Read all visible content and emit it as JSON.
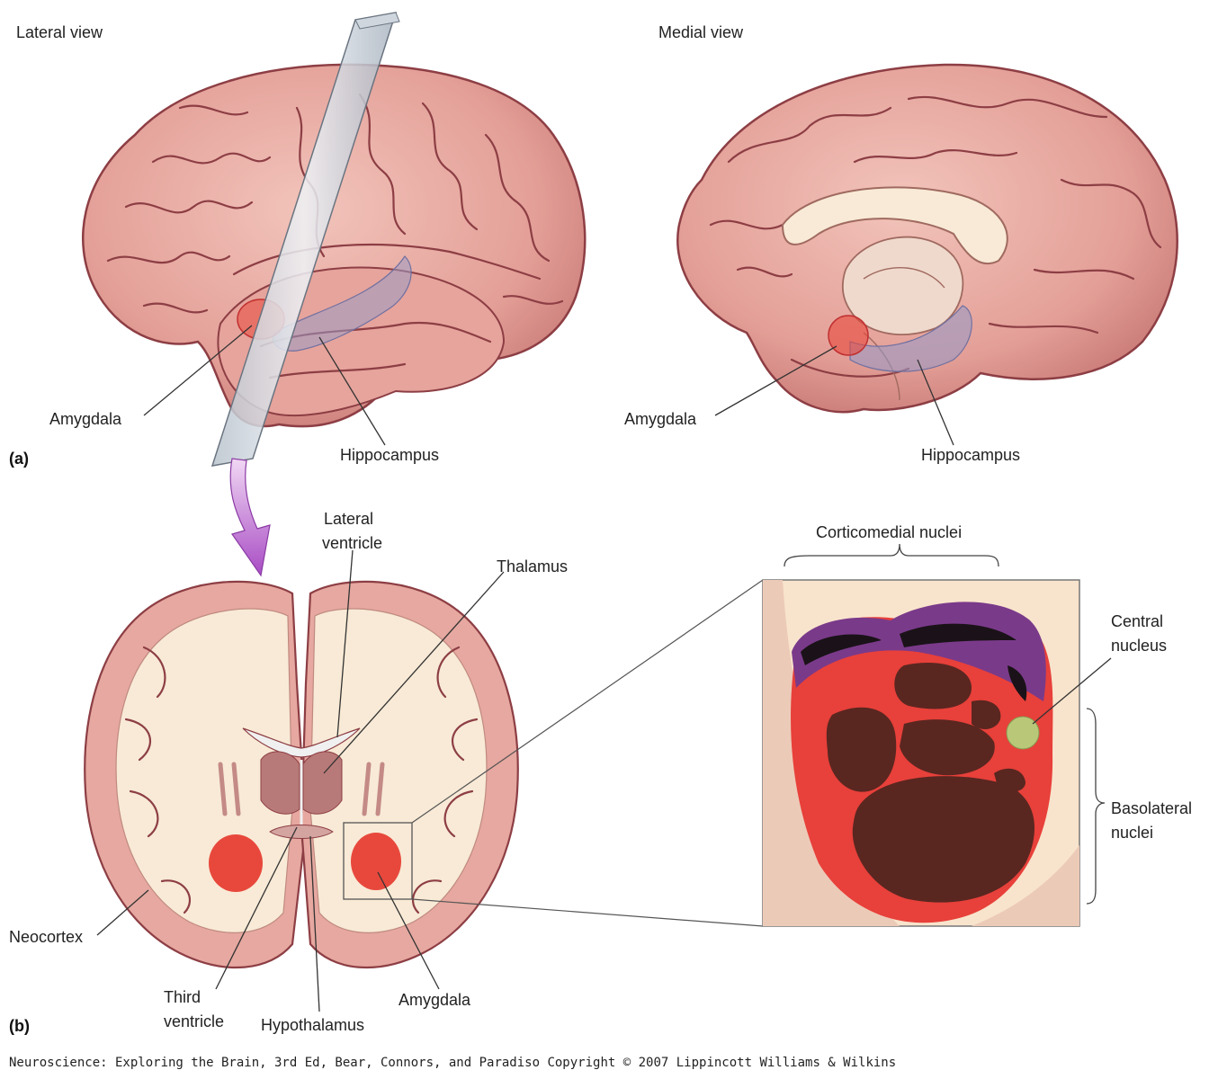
{
  "views": {
    "lateral": "Lateral view",
    "medial": "Medial view"
  },
  "panels": {
    "a": "(a)",
    "b": "(b)"
  },
  "labels": {
    "amygdala_lateral": "Amygdala",
    "hippocampus_lateral": "Hippocampus",
    "amygdala_medial": "Amygdala",
    "hippocampus_medial": "Hippocampus",
    "lateral_ventricle_1": "Lateral",
    "lateral_ventricle_2": "ventricle",
    "thalamus": "Thalamus",
    "neocortex": "Neocortex",
    "third_ventricle_1": "Third",
    "third_ventricle_2": "ventricle",
    "hypothalamus": "Hypothalamus",
    "amygdala_coronal": "Amygdala",
    "corticomedial": "Corticomedial nuclei",
    "central_nucleus_1": "Central",
    "central_nucleus_2": "nucleus",
    "basolateral_1": "Basolateral",
    "basolateral_2": "nuclei"
  },
  "credit": "Neuroscience: Exploring the Brain, 3rd Ed, Bear, Connors, and Paradiso Copyright © 2007 Lippincott Williams & Wilkins",
  "colors": {
    "brain": "#e8a8a0",
    "brain_dark": "#8d3e44",
    "white_matter": "#f8ead6",
    "amygdala": "#e8483c",
    "hippocampus": "#9a9ac4",
    "corticomedial": "#7a3a8a",
    "basolateral": "#5a2620",
    "central": "#b8c878",
    "arrow": "#a84cc4"
  }
}
